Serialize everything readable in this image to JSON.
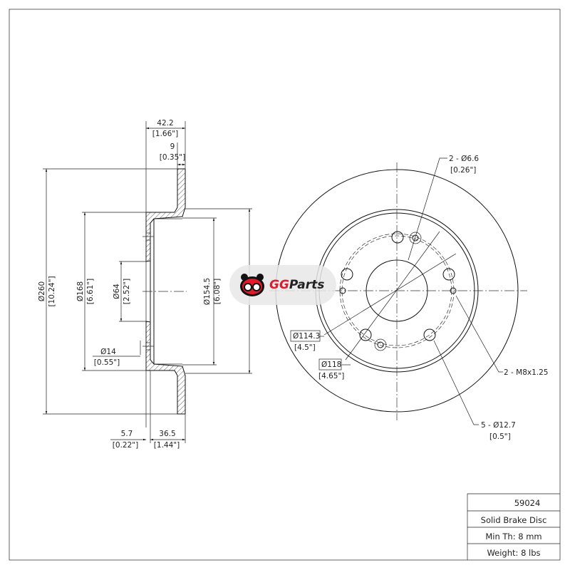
{
  "side_view": {
    "dim_overall_width": {
      "mm": "42.2",
      "in": "[1.66\"]"
    },
    "dim_rim_thickness": {
      "mm": "9",
      "in": "[0.35\"]"
    },
    "dim_outer_diameter": {
      "mm": "Ø260",
      "in": "[10.24\"]"
    },
    "dim_hat_diameter": {
      "mm": "Ø168",
      "in": "[6.61\"]"
    },
    "dim_center_bore": {
      "mm": "Ø64",
      "in": "[2.52\"]"
    },
    "dim_inner_hat": {
      "mm": "Ø154.5",
      "in": "[6.08\"]"
    },
    "dim_hole": {
      "mm": "Ø14",
      "in": "[0.55\"]"
    },
    "dim_hat_face": {
      "mm": "5.7",
      "in": "[0.22\"]"
    },
    "dim_hat_depth": {
      "mm": "36.5",
      "in": "[1.44\"]"
    }
  },
  "front_view": {
    "small_holes": {
      "mm": "2 - Ø6.6",
      "in": "[0.26\"]"
    },
    "bolt_circle": {
      "mm": "Ø114.3",
      "in": "[4.5\"]"
    },
    "pilot": {
      "mm": "Ø118",
      "in": "[4.65\"]"
    },
    "threaded": {
      "mm": "2 - M8x1.25"
    },
    "lug_holes": {
      "mm": "5 - Ø12.7",
      "in": "[0.5\"]"
    }
  },
  "logo": {
    "brand_gg": "GG",
    "brand_parts": "Parts",
    "accent": "#e21b2b"
  },
  "spec_table": {
    "part_number": "59024",
    "type": "Solid Brake Disc",
    "min_thickness": "Min Th: 8 mm",
    "weight": "Weight: 8 lbs"
  }
}
